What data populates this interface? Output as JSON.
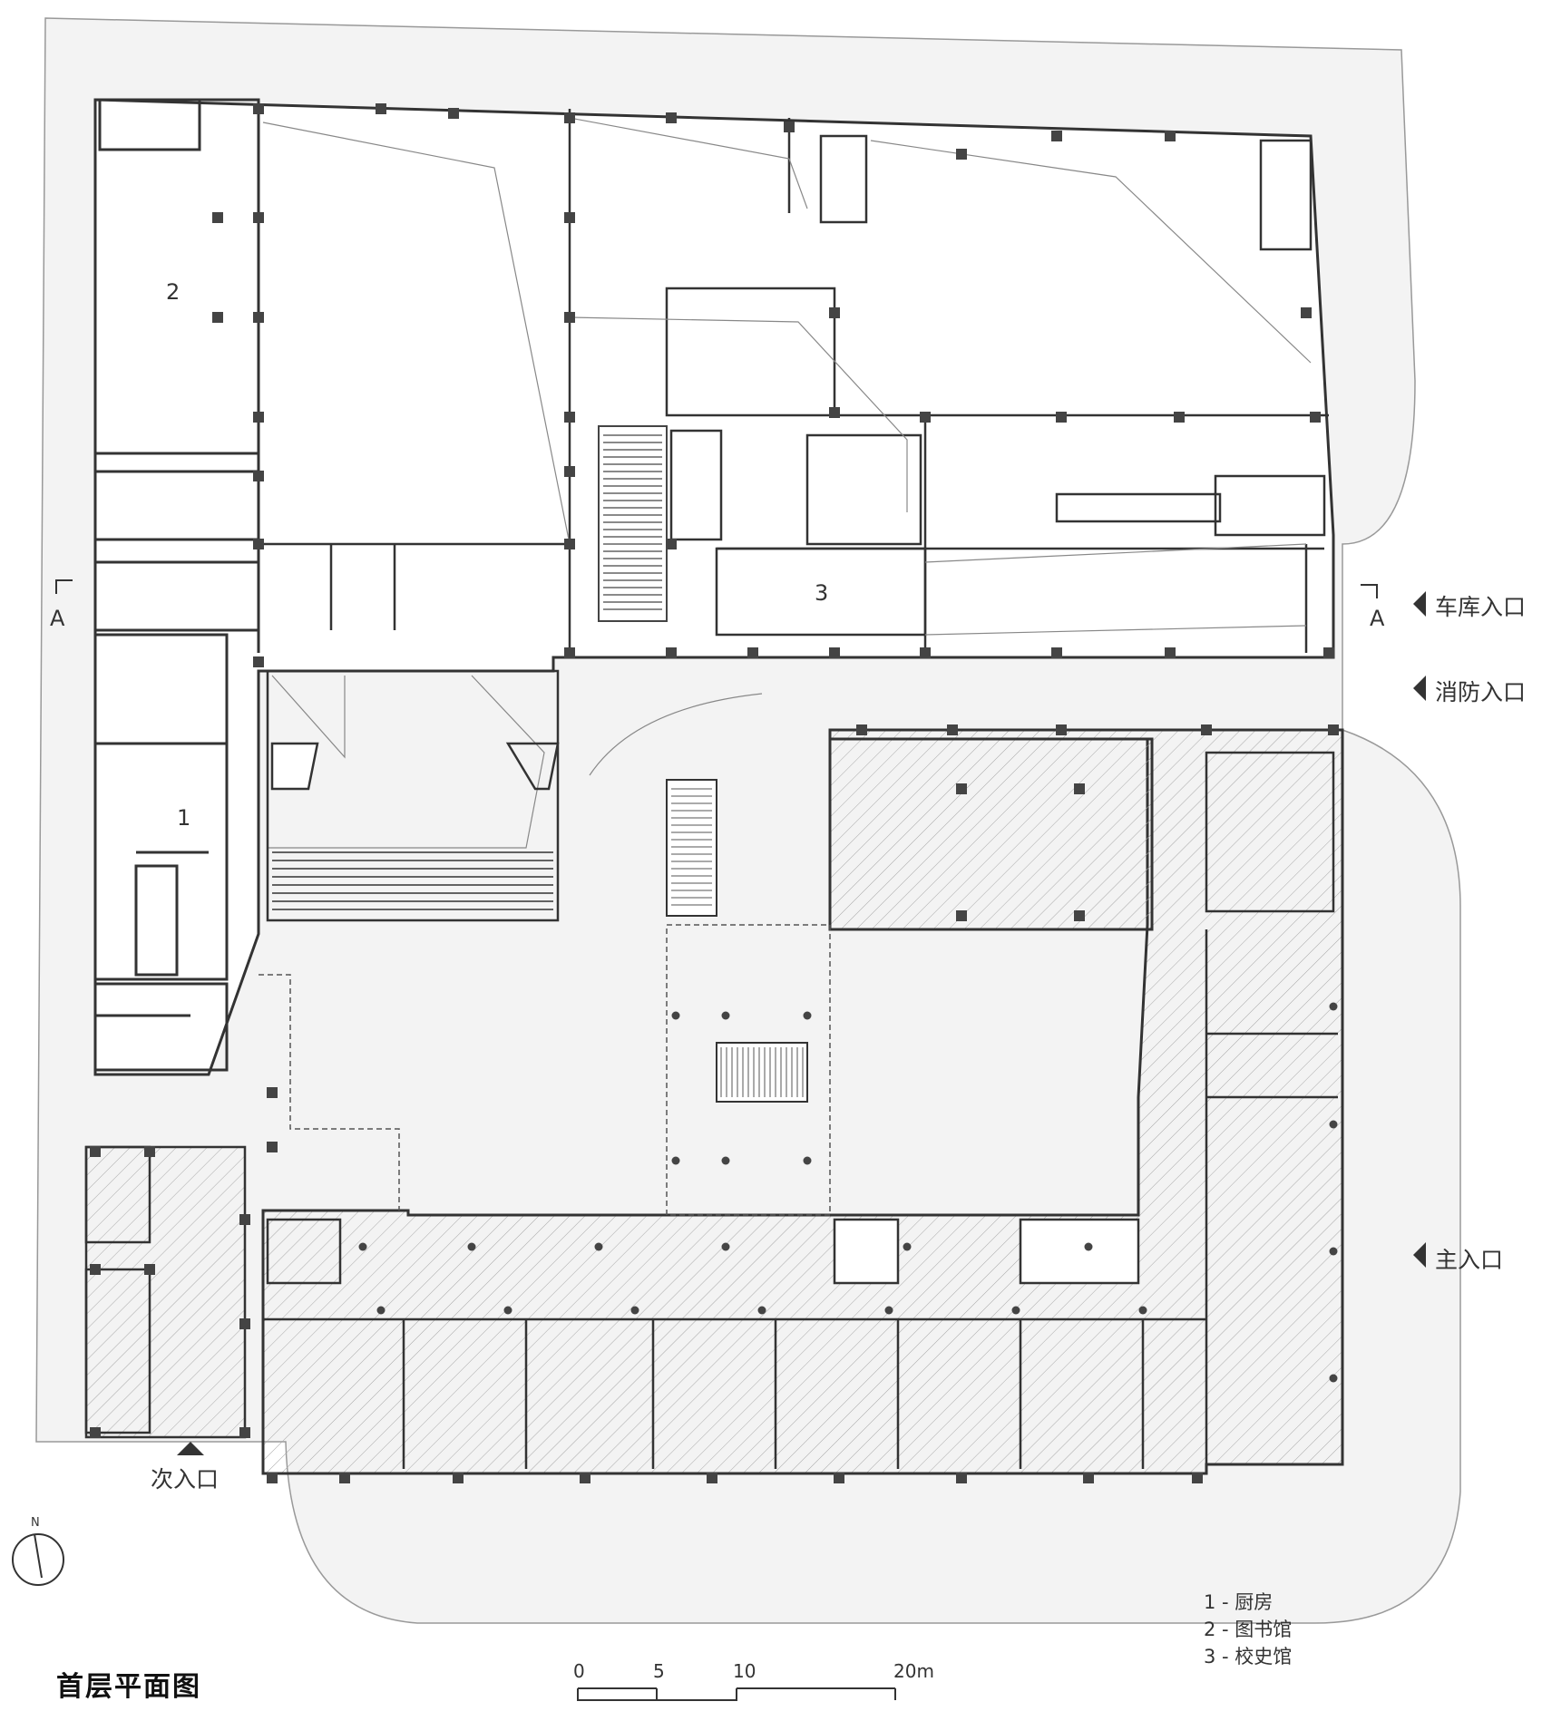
{
  "title": "首层平面图",
  "room_numbers": [
    "1",
    "2",
    "3"
  ],
  "section_mark": "A",
  "entrances": {
    "garage": "车库入口",
    "fire": "消防入口",
    "main": "主入口",
    "secondary": "次入口"
  },
  "north_label": "N",
  "scale_bar": {
    "ticks": [
      "0",
      "5",
      "10",
      "20m"
    ]
  },
  "legend": [
    "1 - 厨房",
    "2 - 图书馆",
    "3 - 校史馆"
  ],
  "colors": {
    "site": "#f2f2f2",
    "wall": "#333333",
    "column": "#444444",
    "hatch": "#9a9a9a",
    "line": "#555555"
  }
}
